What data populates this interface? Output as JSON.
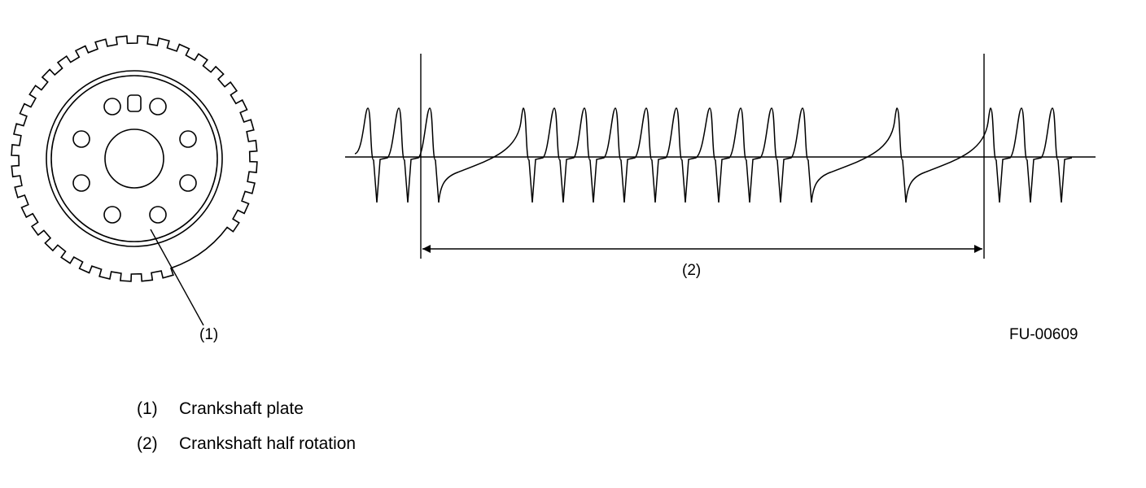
{
  "figure": {
    "callout_1": "(1)",
    "callout_2": "(2)",
    "figure_id": "FU-00609"
  },
  "legend": [
    {
      "num": "(1)",
      "text": "Crankshaft plate"
    },
    {
      "num": "(2)",
      "text": "Crankshaft half rotation"
    }
  ]
}
